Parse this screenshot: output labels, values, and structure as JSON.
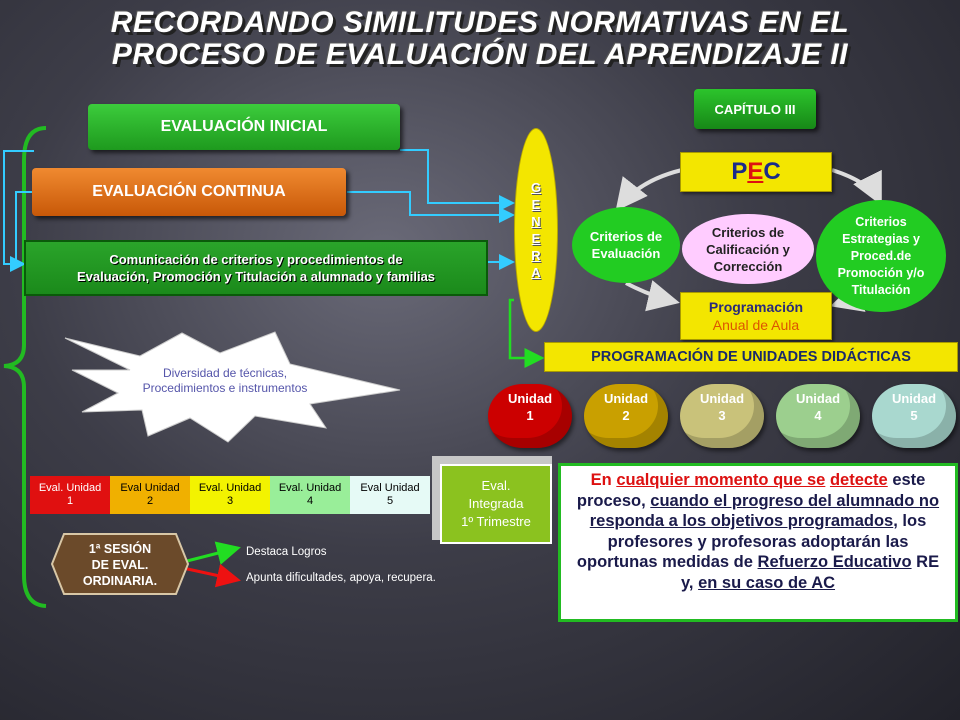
{
  "title": {
    "line1": "RECORDANDO SIMILITUDES NORMATIVAS EN EL",
    "line2": "PROCESO DE EVALUACIÓN DEL APRENDIZAJE  II"
  },
  "left": {
    "evaluacion_inicial": "EVALUACIÓN INICIAL",
    "evaluacion_continua": "EVALUACIÓN CONTINUA",
    "comunicacion_line1": "Comunicación de criterios y procedimientos de",
    "comunicacion_line2": "Evaluación,  Promoción y Titulación a alumnado y familias",
    "diversidad_line1": "Diversidad  de  técnicas,",
    "diversidad_line2": "Procedimientos e instrumentos"
  },
  "genera": [
    "G",
    "E",
    "N",
    "E",
    "R",
    "A"
  ],
  "capitulo": "CAPÍTULO III",
  "pec": {
    "label": "PEC",
    "p": "P",
    "e": "E",
    "c": "C"
  },
  "criterios": {
    "evaluacion_l1": "Criterios de",
    "evaluacion_l2": "Evaluación",
    "calificacion_l1": "Criterios de",
    "calificacion_l2": "Calificación y",
    "calificacion_l3": "Corrección",
    "estrategias_l1": "Criterios",
    "estrategias_l2": "Estrategias y",
    "estrategias_l3": "Proced.de",
    "estrategias_l4": "Promoción  y/o",
    "estrategias_l5": "Titulación"
  },
  "programacion": {
    "line1": "Programación",
    "line2": "Anual de Aula"
  },
  "programacion_unidades": "PROGRAMACIÓN DE UNIDADES DIDÁCTICAS",
  "unidades": [
    {
      "label": "Unidad",
      "num": "1",
      "color": "#cc0000"
    },
    {
      "label": "Unidad",
      "num": "2",
      "color": "#c9a000"
    },
    {
      "label": "Unidad",
      "num": "3",
      "color": "#c9c27a"
    },
    {
      "label": "Unidad",
      "num": "4",
      "color": "#9ccf8e"
    },
    {
      "label": "Unidad",
      "num": "5",
      "color": "#a9d8cf"
    }
  ],
  "evals": [
    {
      "l1": "Eval. Unidad",
      "l2": "1",
      "bg": "#e01010",
      "fg": "#ffffff"
    },
    {
      "l1": "Eval Unidad",
      "l2": "2",
      "bg": "#f0b000",
      "fg": "#000000"
    },
    {
      "l1": "Eval. Unidad",
      "l2": "3",
      "bg": "#f3f300",
      "fg": "#000000"
    },
    {
      "l1": "Eval. Unidad",
      "l2": "4",
      "bg": "#99ee99",
      "fg": "#000000"
    },
    {
      "l1": "Eval Unidad",
      "l2": "5",
      "bg": "#e6faf6",
      "fg": "#000000"
    }
  ],
  "eval_integrada": {
    "l1": "Eval.",
    "l2": "Integrada",
    "l3": "1º Trimestre"
  },
  "sesion": {
    "l1": "1ª SESIÓN",
    "l2": "DE EVAL.",
    "l3": "ORDINARIA."
  },
  "destaca": "Destaca Logros",
  "apunta": "Apunta dificultades, apoya, recupera.",
  "note": {
    "p1": "En ",
    "p2": "cualquier momento que se",
    "p3": "detecte",
    "p4": " este proceso, ",
    "p5": "cuando el progreso del alumnado no responda a los objetivos programados",
    "p6": ", los profesores y profesoras adoptarán las oportunas medidas de ",
    "p7": "Refuerzo Educativo",
    "p8": " RE y, ",
    "p9": "en su caso de AC"
  },
  "colors": {
    "green": "#22aa22",
    "orange": "#e06a10",
    "yellow": "#f3e600",
    "arrow_cyan": "#33ccff",
    "pink": "#ffccff"
  }
}
